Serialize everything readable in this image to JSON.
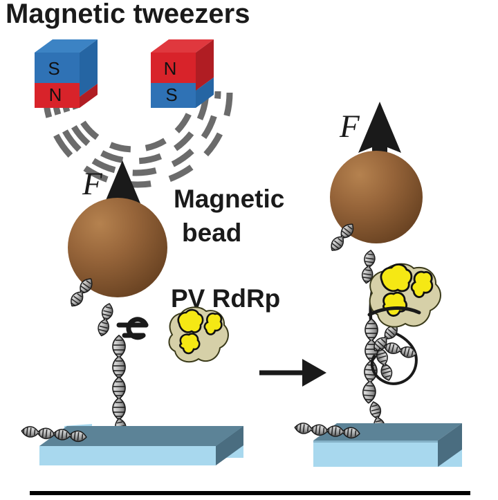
{
  "figure": {
    "title": "Magnetic tweezers",
    "labels": {
      "magnetic_bead": "Magnetic\nbead",
      "magnetic_bead_line1": "Magnetic",
      "magnetic_bead_line2": "bead",
      "protein": "PV RdRp",
      "force_left": "F",
      "force_right": "F"
    },
    "magnets": {
      "left": {
        "top_pole": "S",
        "bottom_pole": "N",
        "top_color": "#2f72b5",
        "bottom_color": "#d8232a"
      },
      "right": {
        "top_pole": "N",
        "bottom_pole": "S",
        "top_color": "#d8232a",
        "bottom_color": "#2f72b5"
      },
      "field_line_color": "#6b6b6b",
      "field_line_count": 4
    },
    "bead": {
      "color_light": "#b5824f",
      "color_dark": "#6b4423",
      "outline": "#3a2410"
    },
    "protein": {
      "body_color": "#d6d0a8",
      "domain_color": "#f5e814",
      "outline": "#111111",
      "domain_count": 3
    },
    "slide": {
      "top_color": "#5c8397",
      "front_color": "#a8d8ee",
      "side_color": "#4a6d80"
    },
    "dna": {
      "strand_color": "#1a1a1a",
      "fill_color": "#c8c8c8"
    },
    "transition_arrow": "→",
    "bottom_rule": true
  }
}
